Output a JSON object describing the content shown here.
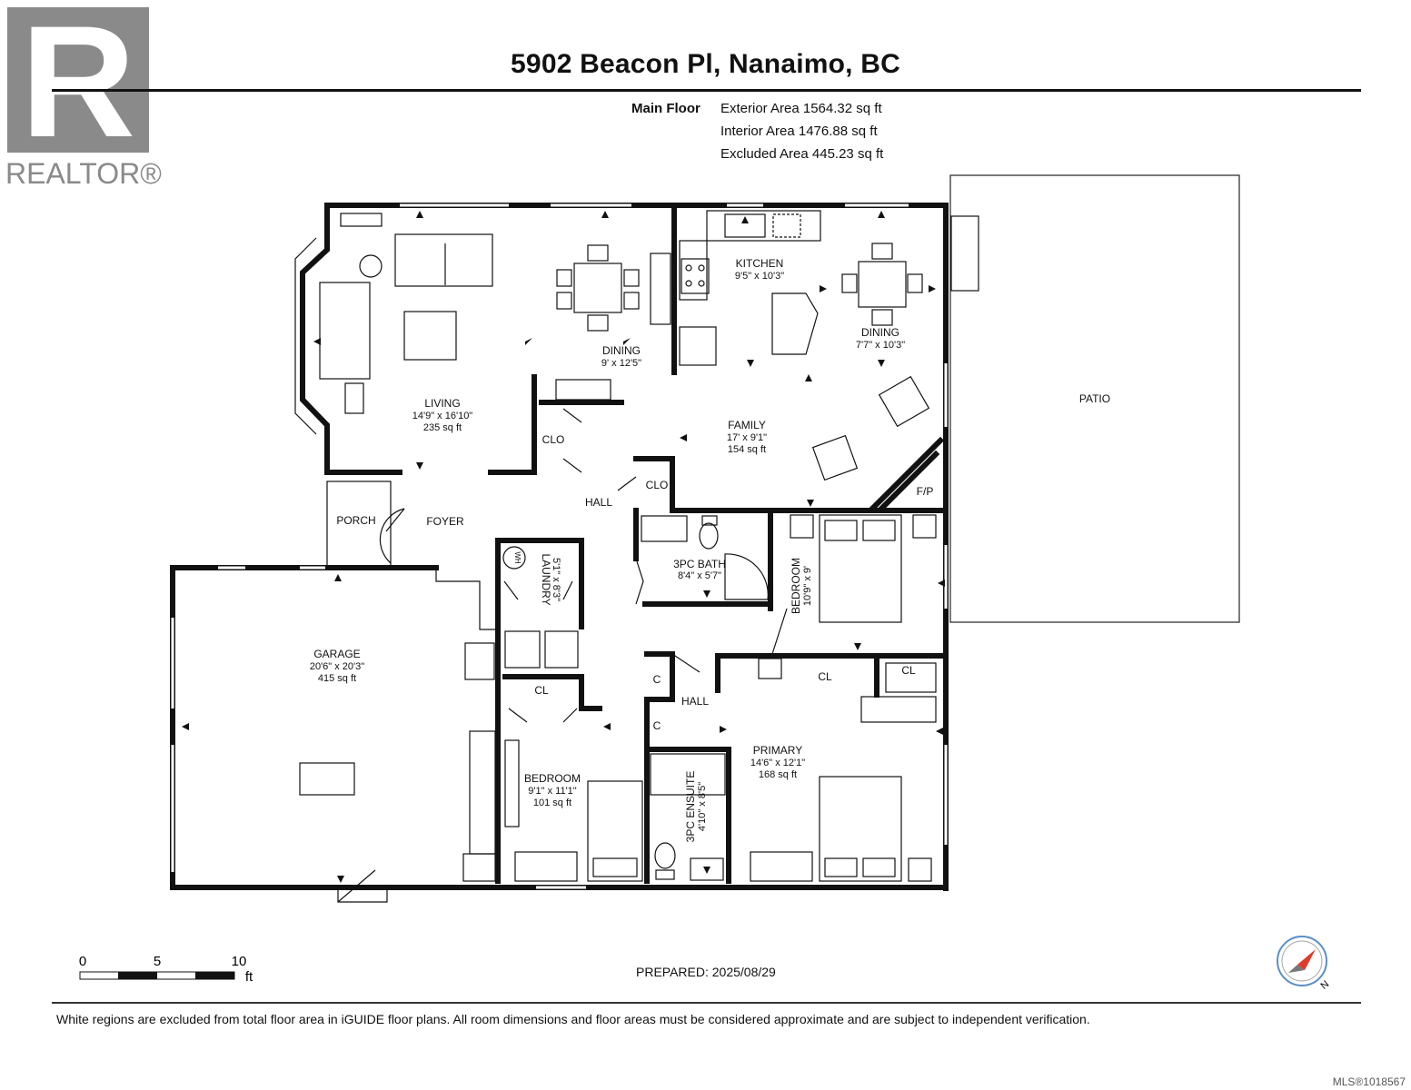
{
  "title": "5902 Beacon Pl, Nanaimo, BC",
  "logo": {
    "text": "REALTOR®"
  },
  "areas": {
    "floor_label": "Main Floor",
    "lines": [
      "Exterior Area 1564.32 sq ft",
      "Interior Area 1476.88 sq ft",
      "Excluded Area 445.23 sq ft"
    ]
  },
  "rooms": {
    "living": {
      "name": "LIVING",
      "dims": "14'9\" x 16'10\"",
      "area": "235 sq ft"
    },
    "dining1": {
      "name": "DINING",
      "dims": "9' x 12'5\""
    },
    "kitchen": {
      "name": "KITCHEN",
      "dims": "9'5\" x 10'3\""
    },
    "dining2": {
      "name": "DINING",
      "dims": "7'7\" x 10'3\""
    },
    "family": {
      "name": "FAMILY",
      "dims": "17' x 9'1\"",
      "area": "154 sq ft"
    },
    "patio": {
      "name": "PATIO"
    },
    "clo1": {
      "name": "CLO"
    },
    "clo2": {
      "name": "CLO"
    },
    "hall1": {
      "name": "HALL"
    },
    "porch": {
      "name": "PORCH"
    },
    "foyer": {
      "name": "FOYER"
    },
    "fp": {
      "name": "F/P"
    },
    "bath": {
      "name": "3PC BATH",
      "dims": "8'4\" x 5'7\""
    },
    "laundry": {
      "name": "LAUNDRY",
      "dims": "5'1\" x 8'3\""
    },
    "wh": {
      "name": "WH"
    },
    "bedroom1": {
      "name": "BEDROOM",
      "dims": "10'9\" x 9'"
    },
    "garage": {
      "name": "GARAGE",
      "dims": "20'6\" x 20'3\"",
      "area": "415 sq ft"
    },
    "cl1": {
      "name": "CL"
    },
    "cl2": {
      "name": "CL"
    },
    "cl3": {
      "name": "CL"
    },
    "c1": {
      "name": "C"
    },
    "c2": {
      "name": "C"
    },
    "hall2": {
      "name": "HALL"
    },
    "primary": {
      "name": "PRIMARY",
      "dims": "14'6\" x 12'1\"",
      "area": "168 sq ft"
    },
    "bedroom2": {
      "name": "BEDROOM",
      "dims": "9'1\" x 11'1\"",
      "area": "101 sq ft"
    },
    "ensuite": {
      "name": "3PC ENSUITE",
      "dims": "4'10\" x 8'5\""
    }
  },
  "scale": {
    "ticks": [
      "0",
      "5",
      "10"
    ],
    "unit": "ft"
  },
  "compass": {
    "label": "N"
  },
  "prepared": "PREPARED: 2025/08/29",
  "disclaimer": "White regions are excluded from total floor area in iGUIDE floor plans. All room dimensions and floor areas must be considered approximate and are subject to independent verification.",
  "mls": "MLS®1018567"
}
